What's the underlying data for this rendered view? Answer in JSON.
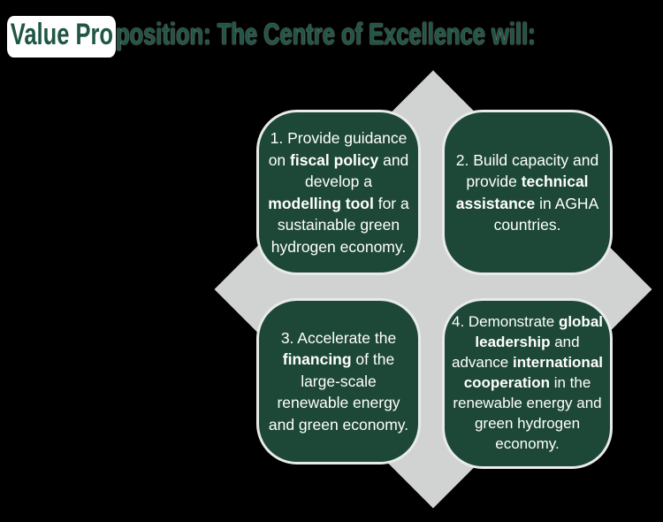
{
  "title": {
    "segments": [
      {
        "text": "Value Pro",
        "class": "hl"
      },
      {
        "text": "position: The Centre of Excellence will:",
        "class": ""
      }
    ],
    "full_text": "Value Proposition: The Centre of Excellence will:"
  },
  "colors": {
    "background": "#000000",
    "title_green": "#1f5646",
    "card_green": "#1d4837",
    "card_border": "#e9ebea",
    "diamond_gray": "#d0d3d2",
    "text_white": "#ffffff",
    "highlight_white": "#ffffff"
  },
  "quadrants": [
    {
      "id": "quadrant-1",
      "segments": [
        {
          "text": "1. Provide guidance on ",
          "class": "seg"
        },
        {
          "text": "fiscal policy",
          "class": "seg bold"
        },
        {
          "text": " and develop a ",
          "class": "seg"
        },
        {
          "text": "modelling tool",
          "class": "seg bold"
        },
        {
          "text": " for a sustainable green hydrogen economy.",
          "class": "seg"
        }
      ]
    },
    {
      "id": "quadrant-2",
      "segments": [
        {
          "text": "2. Build capacity and provide ",
          "class": "seg"
        },
        {
          "text": "technical assistance",
          "class": "seg bold"
        },
        {
          "text": " in AGHA countries.",
          "class": "seg"
        }
      ]
    },
    {
      "id": "quadrant-3",
      "segments": [
        {
          "text": "3. Accelerate the ",
          "class": "seg"
        },
        {
          "text": "financing",
          "class": "seg bold"
        },
        {
          "text": " of the large-scale renewable energy and green economy.",
          "class": "seg"
        }
      ]
    },
    {
      "id": "quadrant-4",
      "segments": [
        {
          "text": "4. Demonstrate ",
          "class": "seg"
        },
        {
          "text": "global leadership",
          "class": "seg bold"
        },
        {
          "text": " and advance ",
          "class": "seg"
        },
        {
          "text": "international cooperation",
          "class": "seg bold"
        },
        {
          "text": " in the renewable energy and green hydrogen economy.",
          "class": "seg"
        }
      ]
    }
  ]
}
